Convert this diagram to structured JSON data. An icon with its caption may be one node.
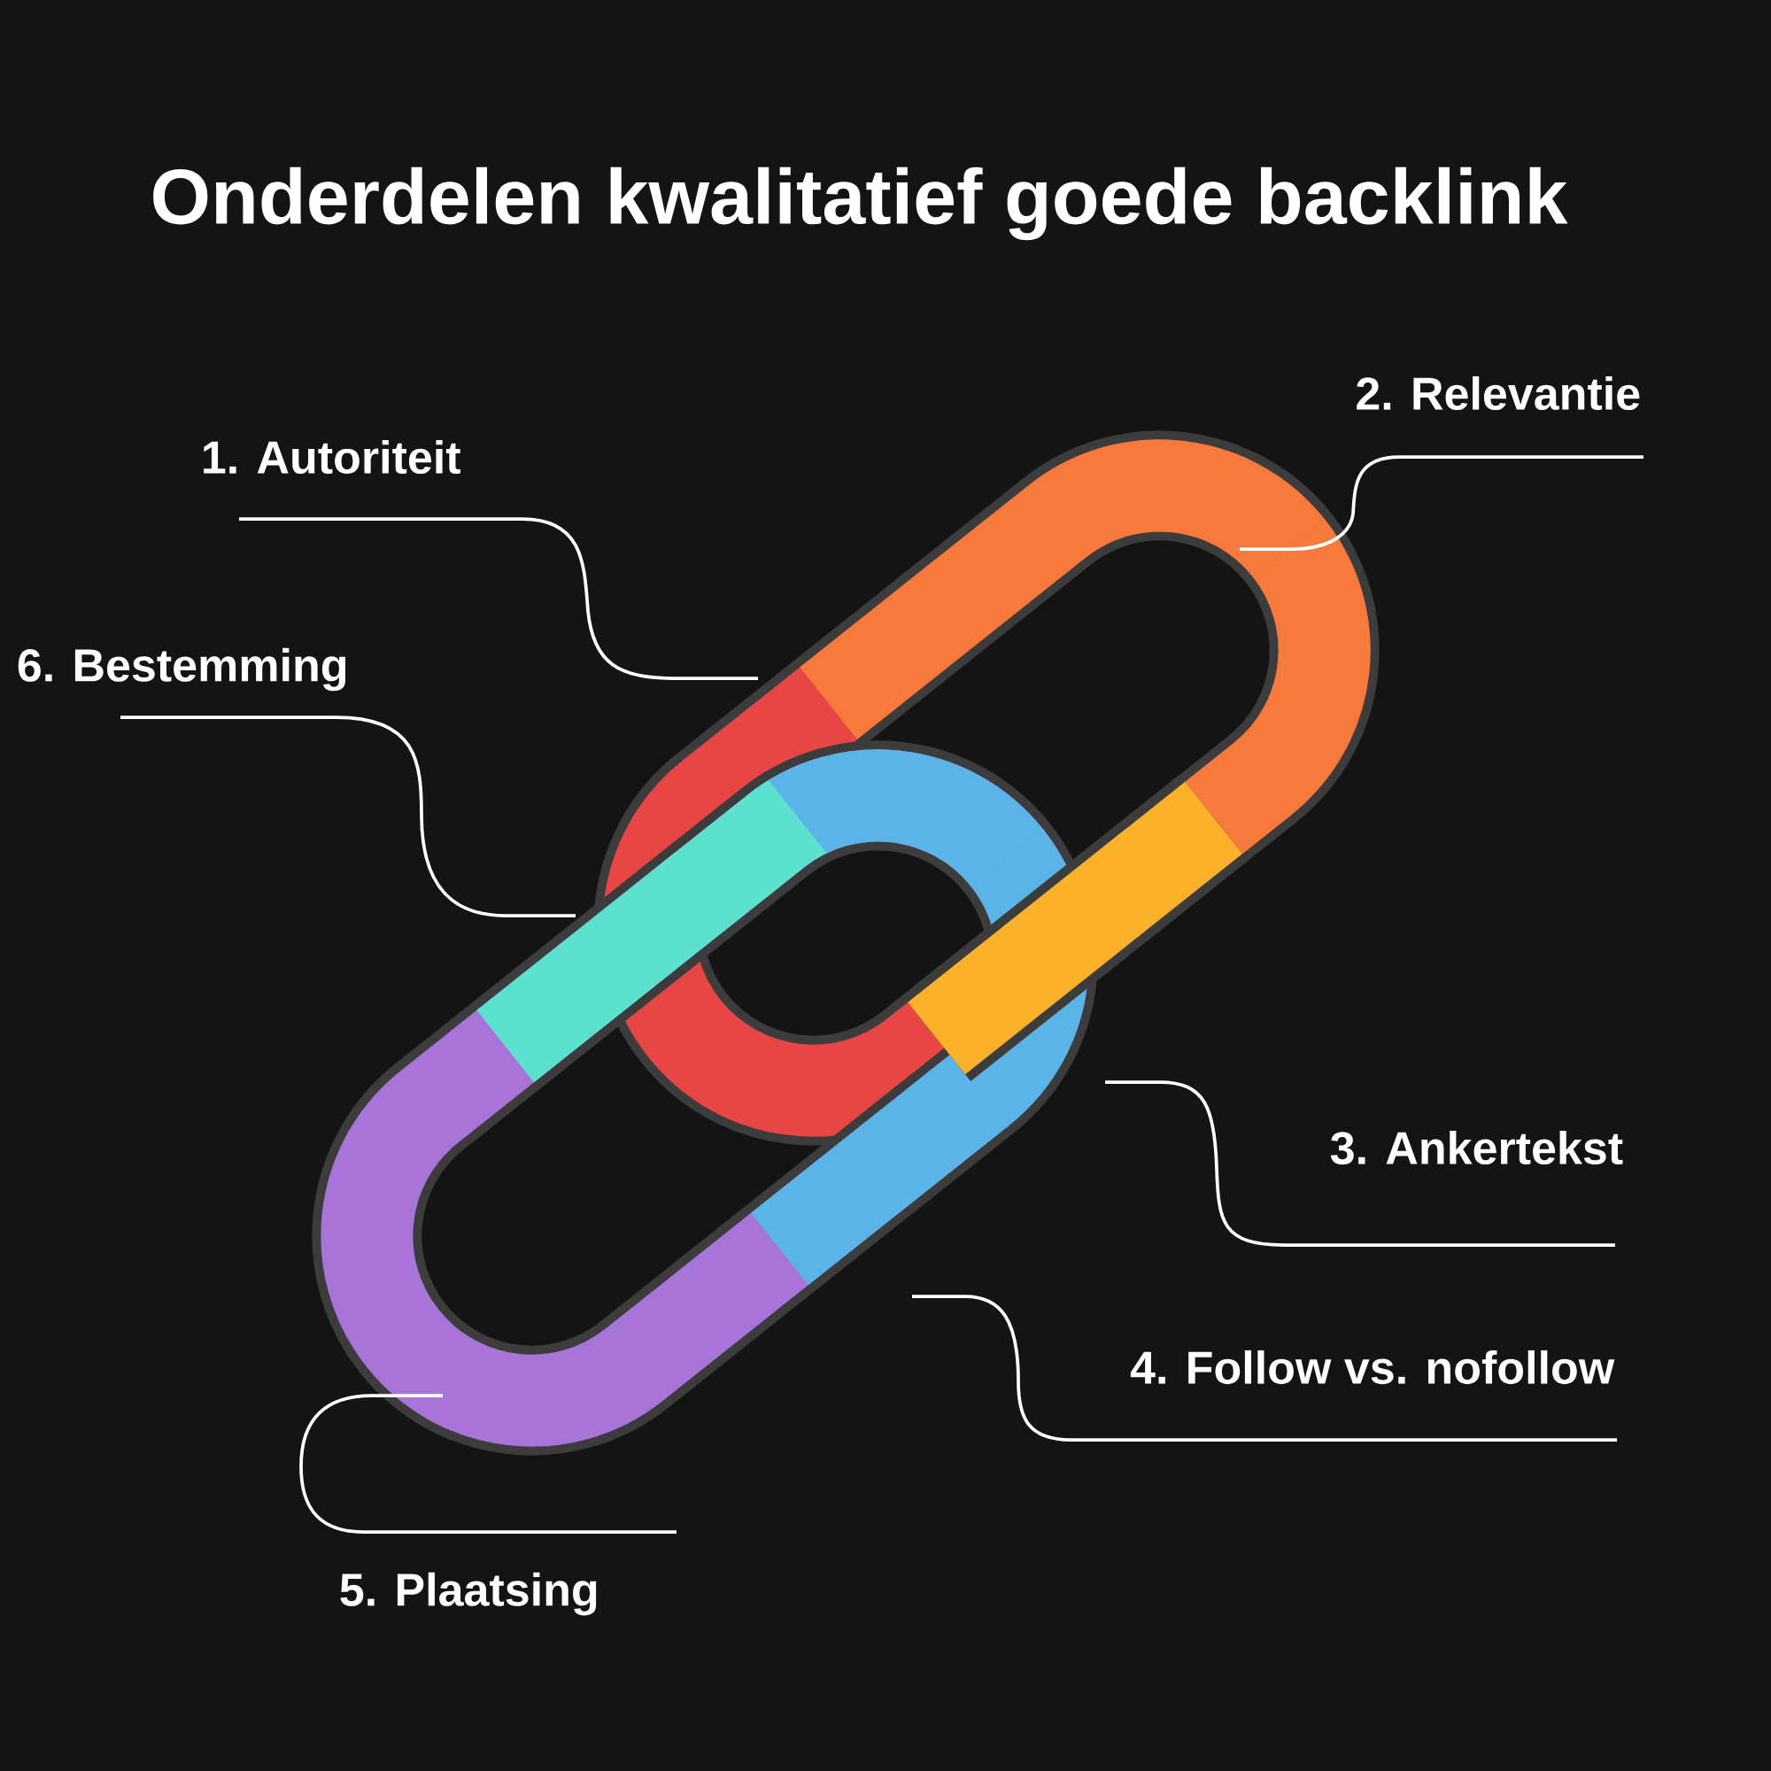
{
  "diagram": {
    "title": "Onderdelen kwalitatief goede backlink",
    "nodes": [
      {
        "text": [
          "2. Relevantie"
        ]
      },
      {
        "text": [
          "1. Autoriteit"
        ]
      },
      {
        "text": [
          "6. Bestemming"
        ]
      },
      {
        "text": [
          "3. Ankertekst"
        ]
      },
      {
        "text": [
          "4. Follow vs. nofollow"
        ]
      },
      {
        "text": [
          "5. Plaatsing"
        ]
      }
    ],
    "edges": [
      {
        "from": 0,
        "to": null,
        "arrow": "none"
      },
      {
        "from": 1,
        "to": null,
        "arrow": "none"
      },
      {
        "from": 2,
        "to": null,
        "arrow": "none"
      },
      {
        "from": 3,
        "to": null,
        "arrow": "none"
      },
      {
        "from": 4,
        "to": null,
        "arrow": "none"
      },
      {
        "from": 5,
        "to": null,
        "arrow": "none"
      }
    ]
  }
}
